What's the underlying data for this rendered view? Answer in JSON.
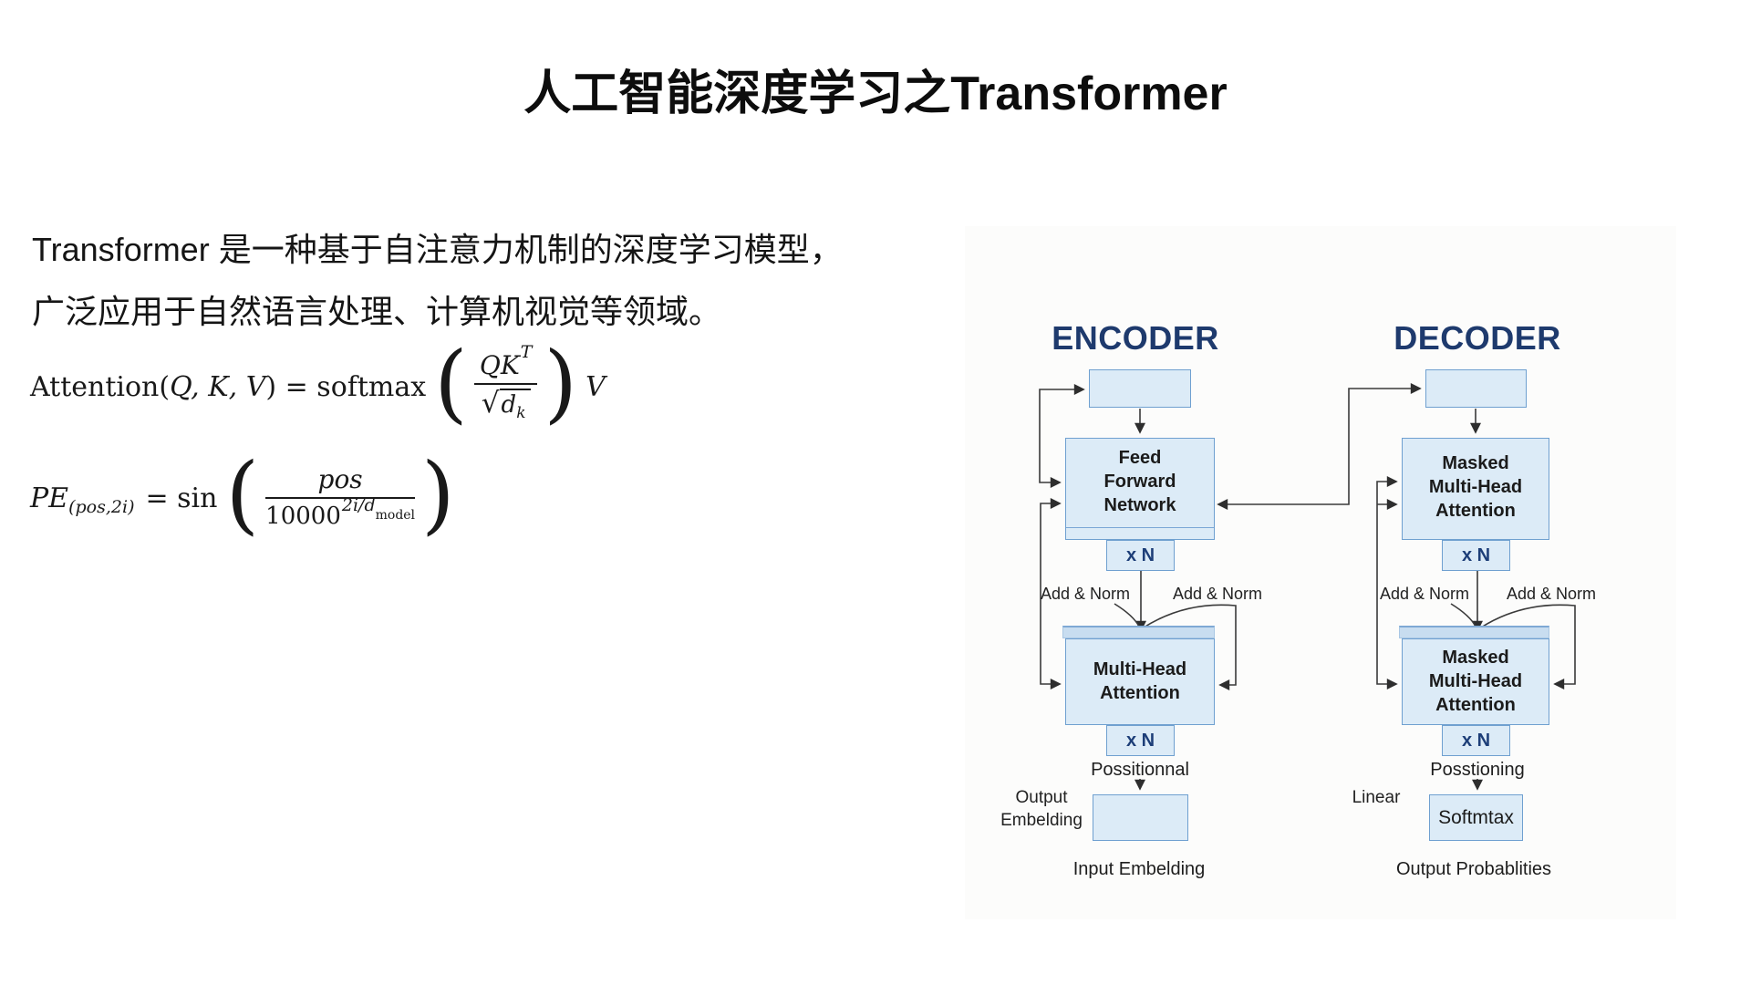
{
  "slide": {
    "title": "人工智能深度学习之Transformer"
  },
  "intro": {
    "line1": "Transformer 是一种基于自注意力机制的深度学习模型，",
    "line2": "广泛应用于自然语言处理、计算机视觉等领域。"
  },
  "formulas": {
    "attention": {
      "parts": [
        "Attention(",
        "Q, K, V",
        ") = softmax",
        "(",
        "QK",
        "T",
        "√",
        "d",
        "k",
        ")",
        "V"
      ]
    },
    "positional": {
      "parts": [
        "PE",
        "(pos,2i)",
        "= sin",
        "(",
        "pos",
        "10000",
        "2i/d",
        "model",
        ")"
      ]
    }
  },
  "diagram": {
    "encoder": {
      "header": "ENCODER",
      "ffn_lines": [
        "Feed",
        "Forward",
        "Network"
      ],
      "xn": "x N",
      "add_norm_left": "Add & Norm",
      "add_norm_right": "Add & Norm",
      "mha_lines": [
        "Multi-Head",
        "Attention"
      ],
      "positional_label": "Possitionnal",
      "side_label_lines": [
        "Output",
        "Embelding"
      ],
      "caption": "Input Embelding"
    },
    "decoder": {
      "header": "DECODER",
      "mha1_lines": [
        "Masked",
        "Multi-Head",
        "Attention"
      ],
      "xn": "x N",
      "add_norm_left": "Add & Norm",
      "add_norm_right": "Add & Norm",
      "mha2_lines": [
        "Masked",
        "Multi-Head",
        "Attention"
      ],
      "positional_label": "Posstioning",
      "linear_label": "Linear",
      "softmax_label": "Softmtax",
      "caption": "Output Probablities"
    },
    "colors": {
      "box_fill": "#dcebf7",
      "box_border": "#6fa0d0",
      "bar_fill": "#c8ddf0",
      "header_text": "#1e3a6d",
      "xn_text": "#1d3e78",
      "line": "#3a3a3a",
      "text": "#1b1b1b"
    }
  }
}
